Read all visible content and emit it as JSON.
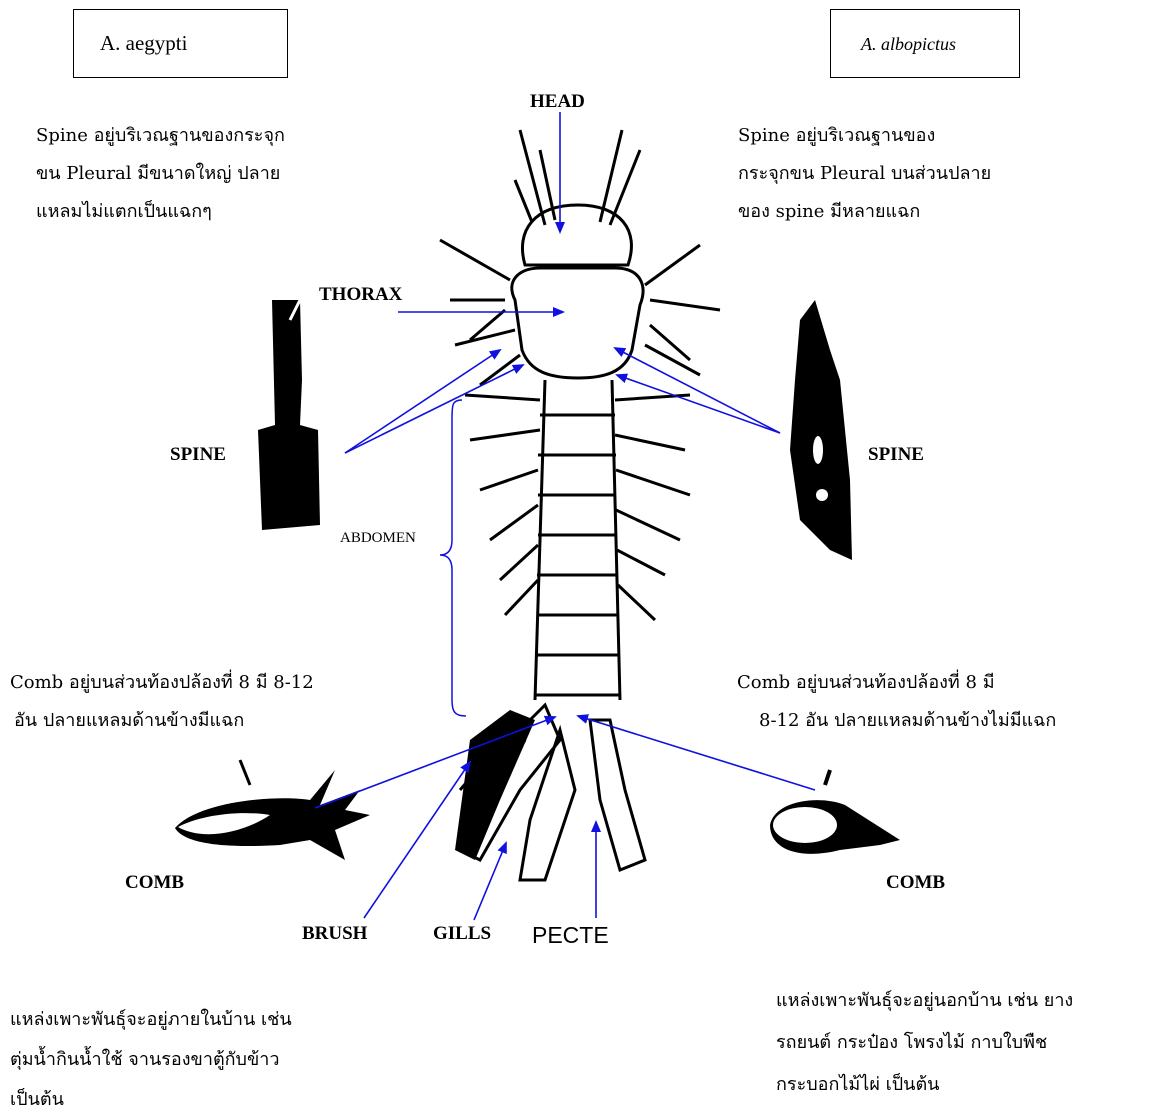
{
  "left_species": "A. aegypti",
  "right_species": "A. albopictus",
  "labels": {
    "head": "HEAD",
    "thorax": "THORAX",
    "spine_left": "SPINE",
    "spine_right": "SPINE",
    "abdomen": "ABDOMEN",
    "comb_left": "COMB",
    "comb_right": "COMB",
    "brush": "BRUSH",
    "gills": "GILLS",
    "pecte": "PECTE"
  },
  "left_spine_text": [
    "Spine อยู่บริเวณฐานของกระจุก",
    "ขน Pleural มีขนาดใหญ่ ปลาย",
    "แหลมไม่แตกเป็นแฉกๆ"
  ],
  "right_spine_text": [
    "Spine อยู่บริเวณฐานของ",
    "กระจุกขน Pleural บนส่วนปลาย",
    "ของ spine มีหลายแฉก"
  ],
  "left_comb_text": [
    "Comb อยู่บนส่วนท้องปล้องที่ 8 มี 8-12",
    "อัน ปลายแหลมด้านข้างมีแฉก"
  ],
  "right_comb_text": [
    "Comb อยู่บนส่วนท้องปล้องที่ 8 มี",
    "8-12 อัน ปลายแหลมด้านข้างไม่มีแฉก"
  ],
  "left_habitat_text": [
    "แหล่งเพาะพันธุ์จะอยู่ภายในบ้าน เช่น",
    "ตุ่มน้ำกินน้ำใช้ จานรองขาตู้กับข้าว",
    "เป็นต้น"
  ],
  "right_habitat_text": [
    "แหล่งเพาะพันธุ์จะอยู่นอกบ้าน เช่น ยาง",
    "รถยนต์ กระป๋อง โพรงไม้ กาบใบพืช",
    "กระบอกไม้ไผ่  เป็นต้น"
  ],
  "colors": {
    "arrow": "#1010e0",
    "ink": "#000000"
  }
}
